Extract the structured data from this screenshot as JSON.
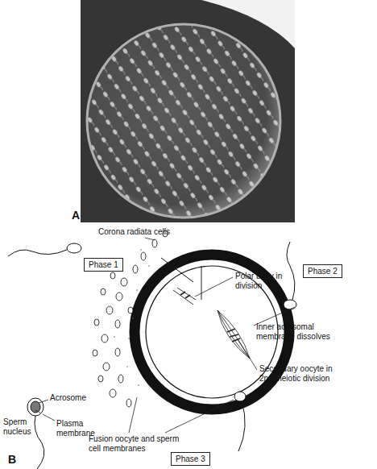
{
  "diagram": {
    "nodes": [
      {
        "text": [
          "Phase 1"
        ]
      },
      {
        "text": [
          "Phase 2"
        ]
      },
      {
        "text": [
          "Phase 3"
        ]
      }
    ],
    "labels": [
      "A",
      "Corona radiata cells",
      "Polar body in division",
      "Inner acrosomal membrane dissolves",
      "Secondary oocyte in 2nd meiotic division",
      "Acrosome",
      "Sperm nucleus",
      "Plasma membrane",
      "Fusion oocyte and sperm cell membranes",
      "B"
    ]
  }
}
